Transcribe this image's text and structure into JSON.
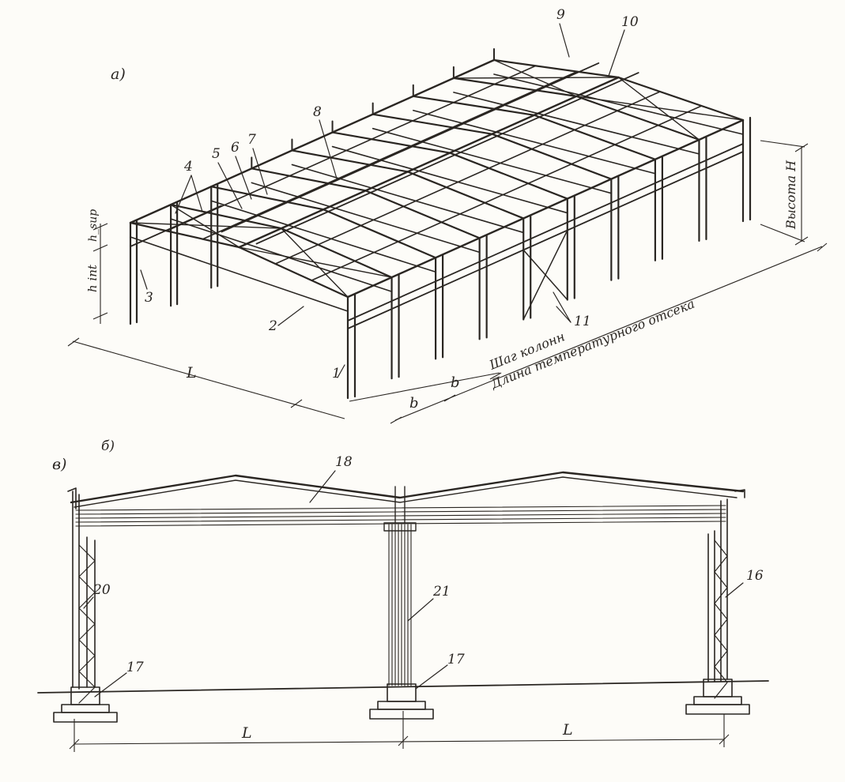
{
  "panel_a": {
    "label": "а)",
    "callouts": [
      "1",
      "2",
      "3",
      "4",
      "5",
      "6",
      "7",
      "8",
      "9",
      "10",
      "11"
    ],
    "dim_labels": {
      "h_sup": "h_sup",
      "h_int": "h int",
      "span": "L",
      "step_1": "b",
      "step_2": "b",
      "height": "Высота H",
      "column_step": "Шаг колонн",
      "length": "Длина температурного отсека"
    }
  },
  "panel_b": {
    "label": "б)"
  },
  "panel_v": {
    "label": "в)",
    "callouts": [
      "16",
      "17",
      "17",
      "18",
      "20",
      "21"
    ],
    "spans": [
      "L",
      "L"
    ]
  },
  "colors": {
    "ink": "#2a2622",
    "paper": "#fdfcf8"
  }
}
